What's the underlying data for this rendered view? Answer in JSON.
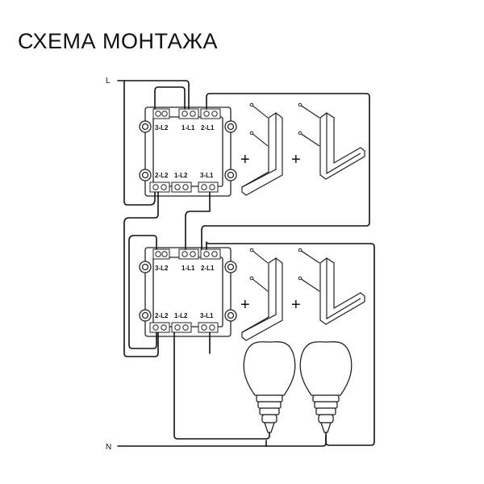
{
  "title": "СХЕМА МОНТАЖА",
  "lines": {
    "phase": "L",
    "neutral": "N"
  },
  "switch_terminals": {
    "top": [
      "3-L2",
      "1-L1",
      "2-L1"
    ],
    "bottom": [
      "2-L2",
      "1-L2",
      "3-L1"
    ]
  },
  "plus_sign": "+"
}
